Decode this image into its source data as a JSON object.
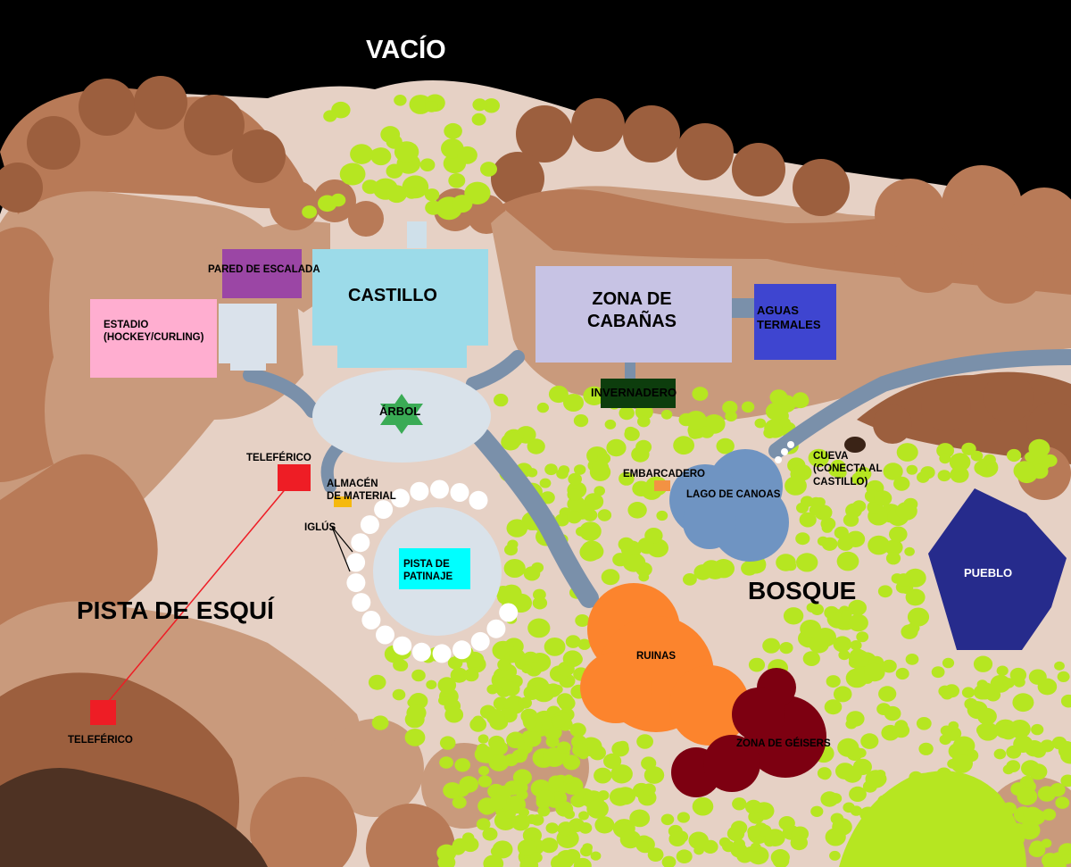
{
  "labels": {
    "vacio": "VACÍO",
    "pared_escalada": "PARED DE ESCALADA",
    "castillo": "CASTILLO",
    "zona_cabanas_1": "ZONA DE",
    "zona_cabanas_2": "CABAÑAS",
    "aguas_termales_1": "AGUAS",
    "aguas_termales_2": "TERMALES",
    "estadio_1": "ESTADIO",
    "estadio_2": "(HOCKEY/CURLING)",
    "invernadero": "INVERNADERO",
    "arbol": "ÁRBOL",
    "teleferico_top": "TELEFÉRICO",
    "almacen_1": "ALMACÉN",
    "almacen_2": "DE MATERIAL",
    "embarcadero": "EMBARCADERO",
    "cueva_1": "CUEVA",
    "cueva_2": "(CONECTA AL",
    "cueva_3": "CASTILLO)",
    "lago_canoas": "LAGO DE CANOAS",
    "iglus": "IGLÚS",
    "pista_patinaje_1": "PISTA DE",
    "pista_patinaje_2": "PATINAJE",
    "pueblo": "PUEBLO",
    "bosque": "BOSQUE",
    "pista_esqui": "PISTA DE ESQUÍ",
    "ruinas": "RUINAS",
    "zona_geisers": "ZONA DE GÉISERS",
    "teleferico_bottom": "TELEFÉRICO"
  },
  "colors": {
    "void": "#000000",
    "ground": "#e6d1c5",
    "mountain_dark": "#9c5f3e",
    "mountain_mid": "#b87a57",
    "mountain_light": "#c99a7c",
    "mountain_deep": "#4e3223",
    "forest": "#b6e621",
    "river": "#7a90aa",
    "lake": "#6f94c2",
    "castillo": "#9cdbe9",
    "pared_escalada": "#9b46a5",
    "zona_cabanas": "#c7c3e4",
    "aguas_termales": "#3e45d0",
    "estadio": "#ffaed0",
    "invernadero": "#0d3d0d",
    "arbol_plaza": "#d9e2ea",
    "arbol": "#3aab55",
    "teleferico": "#ee1d25",
    "almacen": "#f5b90e",
    "embarcadero": "#f39243",
    "pista_patinaje": "#00ffff",
    "pueblo": "#262b8c",
    "ruinas": "#fc842d",
    "geisers": "#7d0011",
    "cueva": "#3a2316"
  }
}
